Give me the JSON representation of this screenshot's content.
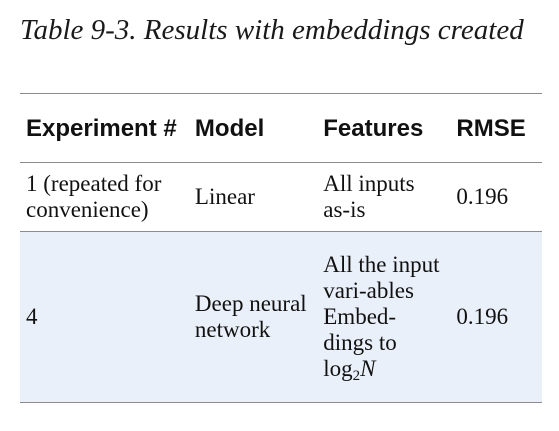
{
  "caption": "Table 9-3. Results with embeddings created",
  "table": {
    "headers": [
      "Experiment #",
      "Model",
      "Features",
      "RMSE"
    ],
    "rows": [
      {
        "experiment": "1 (repeated for convenience)",
        "model": "Linear",
        "features": "All inputs as-is",
        "rmse": "0.196"
      },
      {
        "experiment": "4",
        "model": "Deep neural network",
        "features_line1": "All the input vari-ables",
        "features_line2_prefix": "Embed-dings to log",
        "features_sub": "2",
        "features_var": "N",
        "rmse": "0.196"
      }
    ]
  }
}
